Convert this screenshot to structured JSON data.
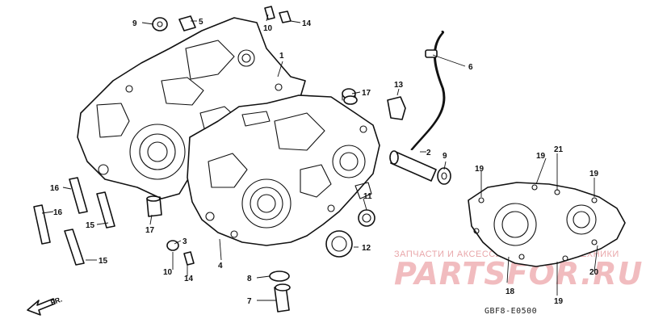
{
  "callouts": {
    "c9a": "9",
    "c5": "5",
    "c10a": "10",
    "c14a": "14",
    "c1": "1",
    "c6": "6",
    "c17a": "17",
    "c13": "13",
    "c2": "2",
    "c9b": "9",
    "c19a": "19",
    "c21": "21",
    "c19b": "19",
    "c19c": "19",
    "c16a": "16",
    "c16b": "16",
    "c15a": "15",
    "c17b": "17",
    "c11": "11",
    "c3": "3",
    "c12": "12",
    "c15b": "15",
    "c4": "4",
    "c10b": "10",
    "c14b": "14",
    "c8": "8",
    "c7": "7",
    "c18": "18",
    "c20": "20",
    "c19d": "19"
  },
  "diagram_code": "GBF8-E0500",
  "direction_label": "FR.",
  "watermark": {
    "tagline": "ЗАПЧАСТИ И АКСЕССУАРЫ ДЛЯ МОТОТЕХНИКИ",
    "brand": "PARTSFOR.RU"
  },
  "colors": {
    "line": "#111111",
    "watermark": "#f1bcbf"
  }
}
